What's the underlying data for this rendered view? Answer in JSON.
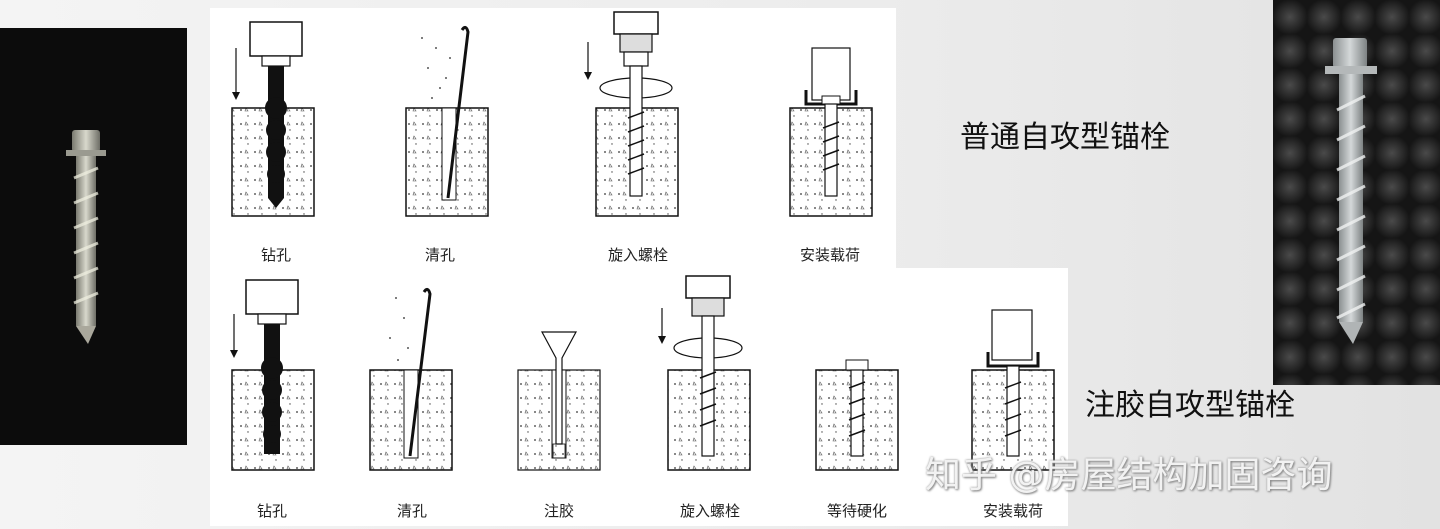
{
  "top_row": {
    "steps": [
      "钻孔",
      "清孔",
      "旋入螺栓",
      "安装载荷"
    ]
  },
  "bottom_row": {
    "steps": [
      "钻孔",
      "清孔",
      "注胶",
      "旋入螺栓",
      "等待硬化",
      "安装载荷"
    ]
  },
  "titles": {
    "ordinary": "普通自攻型锚栓",
    "glue": "注胶自攻型锚栓"
  },
  "credit": "知乎 @房屋结构加固咨询",
  "colors": {
    "concrete_fill": "#f6f6f6",
    "line": "#111111",
    "panel": "#ffffff"
  }
}
